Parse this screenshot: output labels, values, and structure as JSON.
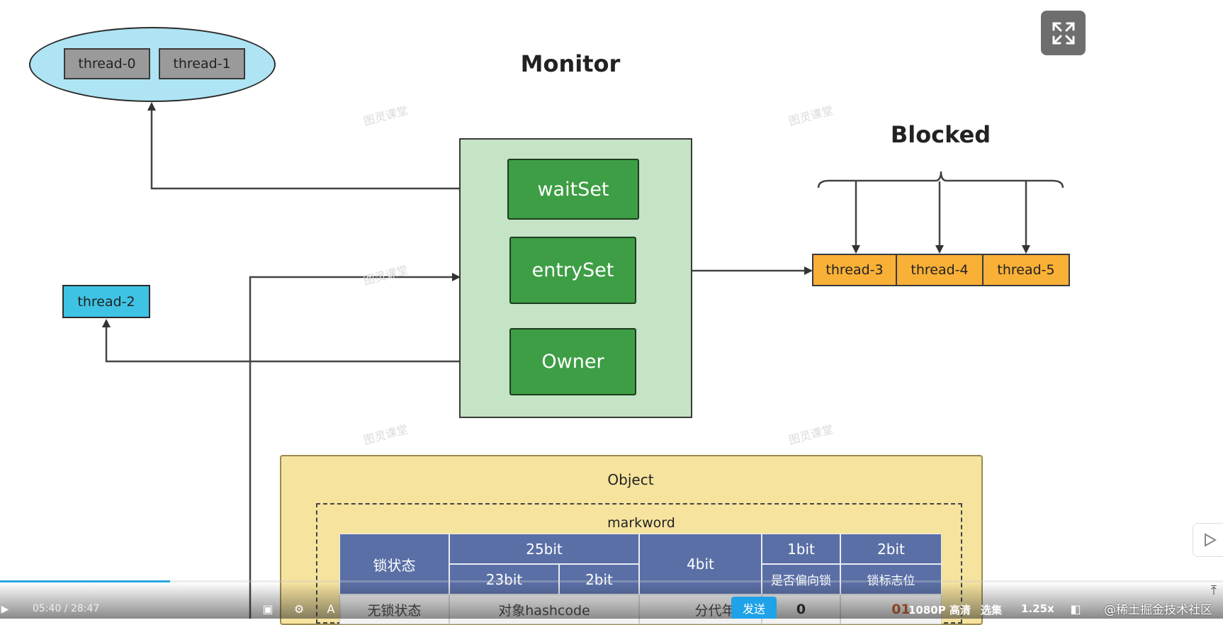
{
  "diagram": {
    "title": "Monitor",
    "blocked_label": "Blocked",
    "wait_threads": [
      "thread-0",
      "thread-1"
    ],
    "owner_thread": "thread-2",
    "blocked_threads": [
      "thread-3",
      "thread-4",
      "thread-5"
    ],
    "monitor_parts": {
      "wait_set": "waitSet",
      "entry_set": "entrySet",
      "owner": "Owner"
    },
    "object_label": "Object",
    "markword_label": "markword",
    "table": {
      "lock_state_header": "锁状态",
      "bit25": "25bit",
      "bit23": "23bit",
      "bit2a": "2bit",
      "bit4": "4bit",
      "bit1": "1bit",
      "bit2b": "2bit",
      "biased_header": "是否偏向锁",
      "flag_header": "锁标志位",
      "row1": {
        "state": "无锁状态",
        "hash": "对象hashcode",
        "age": "分代年龄",
        "biased": "0",
        "flag": "01"
      }
    },
    "watermark": "图灵课堂"
  },
  "player": {
    "time": "05:40 / 28:47",
    "send_label": "发送",
    "quality": "1080P 高清",
    "episodes": "选集",
    "speed": "1.25x",
    "site_credit": "@稀土掘金技术社区"
  },
  "colors": {
    "accent_send": "#1fa2e8",
    "progress": "#27a7e0"
  }
}
